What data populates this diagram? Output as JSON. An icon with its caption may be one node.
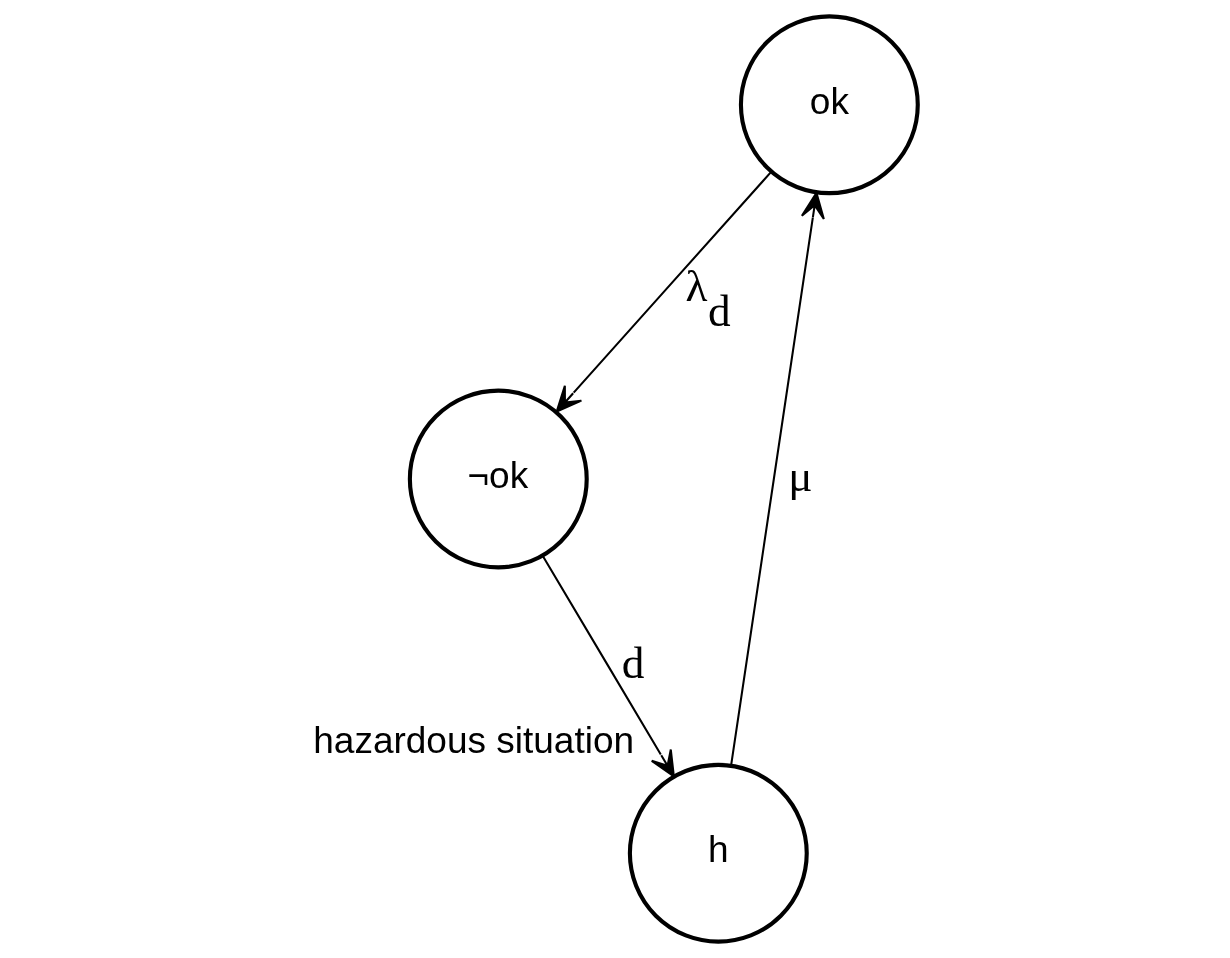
{
  "diagram": {
    "nodes": [
      {
        "text": [
          "ok"
        ]
      },
      {
        "text": [
          "¬ok"
        ]
      },
      {
        "text": [
          "h"
        ],
        "beside": [
          "hazardous situation"
        ]
      }
    ],
    "edges": [
      {
        "from": 0,
        "to": 1,
        "arrow": "to",
        "label": "λ$_{d}$"
      },
      {
        "from": 1,
        "to": 2,
        "arrow": "to",
        "label": "d"
      },
      {
        "from": 2,
        "to": 0,
        "arrow": "to",
        "label": "μ"
      }
    ]
  }
}
